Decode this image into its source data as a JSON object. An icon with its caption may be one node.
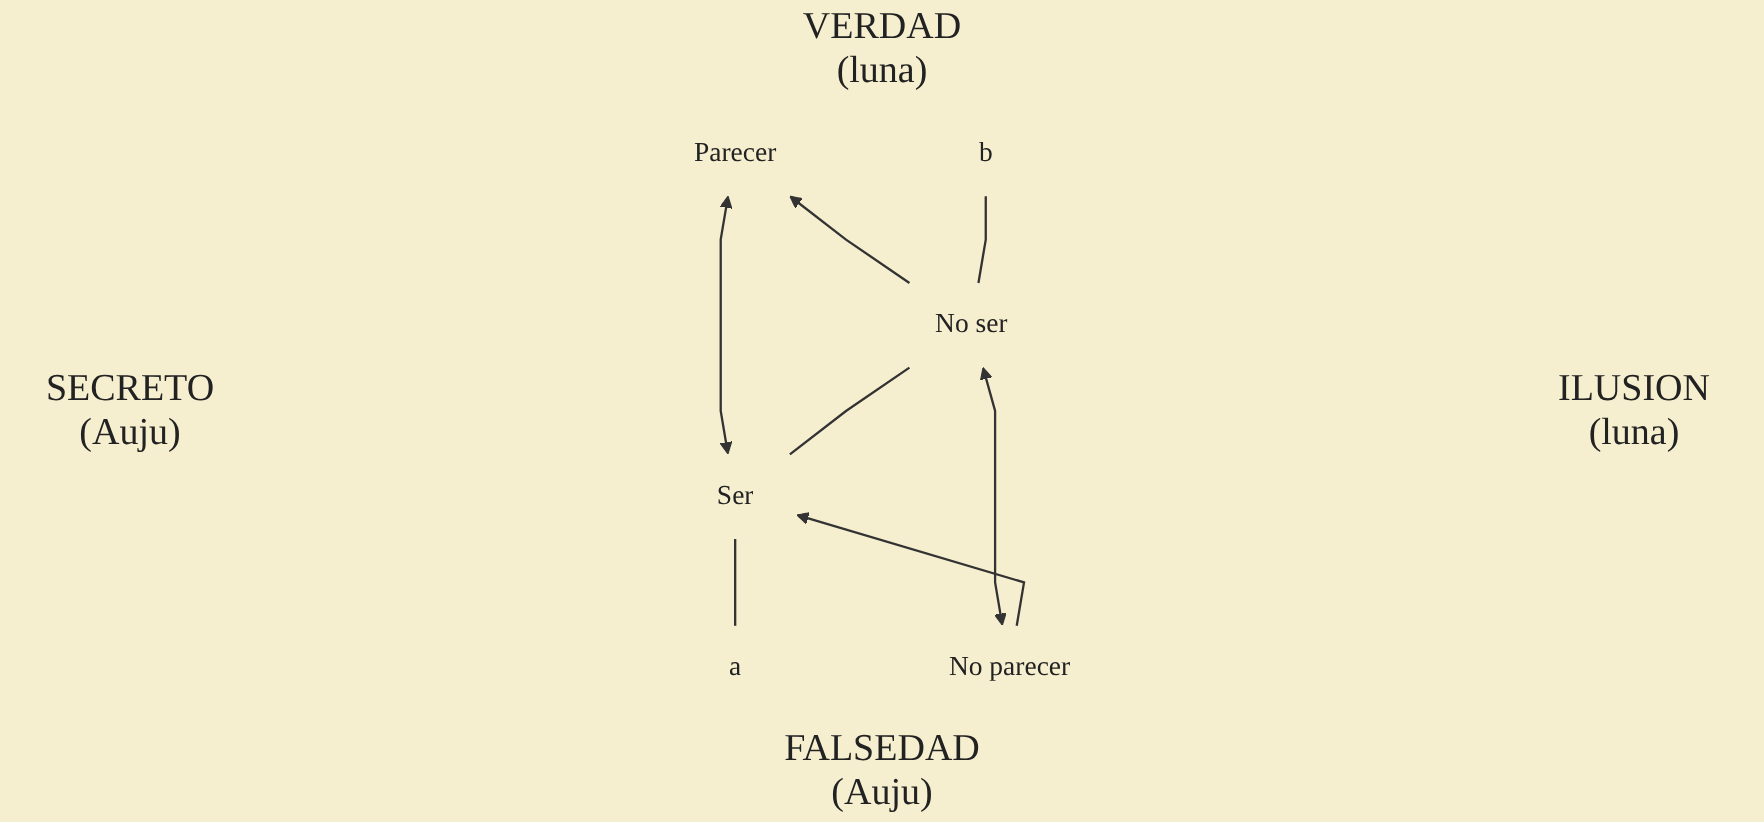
{
  "diagram": {
    "nodes": [
      {
        "text": [
          "a"
        ]
      },
      {
        "text": [
          "Ser"
        ]
      },
      {
        "text": [
          "Parecer"
        ]
      },
      {
        "text": [
          "No parecer"
        ]
      },
      {
        "text": [
          "No ser"
        ]
      },
      {
        "text": [
          "b"
        ]
      }
    ],
    "edges": [
      {
        "from": 1,
        "to": 2,
        "arrow": "both"
      },
      {
        "from": 3,
        "to": 4,
        "arrow": "both"
      },
      {
        "from": 3,
        "to": 1,
        "arrow": "to"
      },
      {
        "from": 4,
        "to": 2,
        "arrow": "to"
      },
      {
        "from": 0,
        "to": 1,
        "arrow": "none"
      },
      {
        "from": 1,
        "to": 4,
        "arrow": "none"
      },
      {
        "from": 4,
        "to": 5,
        "arrow": "none"
      }
    ],
    "labels": [
      "VERDAD (luna)",
      "SECRETO (Auju)",
      "ILUSION (luna)",
      "FALSEDAD (Auju)"
    ]
  }
}
